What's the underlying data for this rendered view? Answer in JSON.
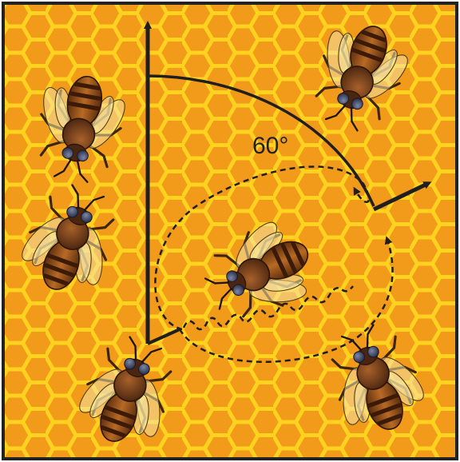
{
  "diagram": {
    "angle_label": "60°",
    "colors": {
      "comb_background": "#f29a1a",
      "comb_lines": "#ffd21f",
      "border": "#222222",
      "arrows": "#1f1f1f",
      "bee_thorax": "#6b3a14",
      "bee_stripe_dark": "#3b1a08",
      "bee_stripe_light": "#d98a2b",
      "bee_eye": "#3b3f5a",
      "bee_wing": "#f4e3a6"
    },
    "icons": [
      "honeycomb-pattern",
      "bee-icon",
      "vertical-up-arrow",
      "direction-arrow",
      "angle-arc",
      "waggle-dance-path"
    ]
  }
}
